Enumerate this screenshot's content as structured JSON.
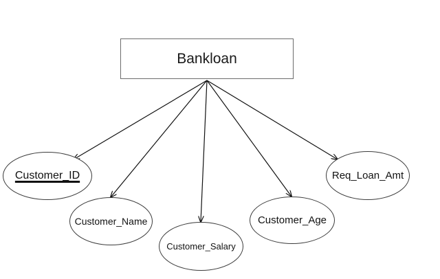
{
  "entity": {
    "name": "Bankloan"
  },
  "attributes": [
    {
      "label": "Customer_ID",
      "key": true
    },
    {
      "label": "Customer_Name",
      "key": false
    },
    {
      "label": "Customer_Salary",
      "key": false
    },
    {
      "label": "Customer_Age",
      "key": false
    },
    {
      "label": "Req_Loan_Amt",
      "key": false
    }
  ],
  "colors": {
    "line": "#111111",
    "box_border": "#6b6b6b",
    "ellipse_border": "#3a3a3a",
    "background": "#ffffff"
  }
}
